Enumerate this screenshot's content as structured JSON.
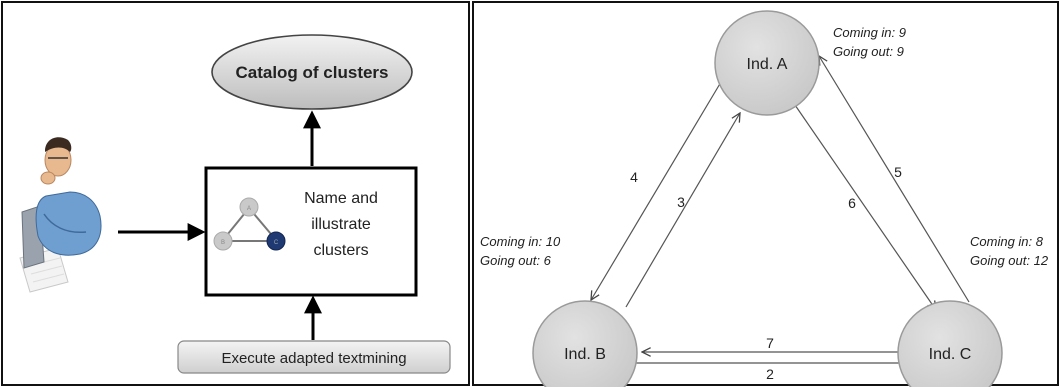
{
  "left_panel": {
    "catalog_label": "Catalog of clusters",
    "process_label_lines": [
      "Name and",
      "illustrate",
      "clusters"
    ],
    "mini_graph_labels": [
      "A",
      "B",
      "C"
    ],
    "input_label": "Execute adapted textmining",
    "person_icon": "person-at-laptop-icon"
  },
  "right_panel": {
    "nodes": [
      {
        "id": "A",
        "label": "Ind. A",
        "coming_in": "Coming in: 9",
        "going_out": "Going out: 9"
      },
      {
        "id": "B",
        "label": "Ind. B",
        "coming_in": "Coming in: 10",
        "going_out": "Going out: 6"
      },
      {
        "id": "C",
        "label": "Ind. C",
        "coming_in": "Coming in: 8",
        "going_out": "Going out: 12"
      }
    ],
    "edges": [
      {
        "from": "A",
        "to": "B",
        "weight": "4"
      },
      {
        "from": "B",
        "to": "A",
        "weight": "3"
      },
      {
        "from": "C",
        "to": "A",
        "weight": "5"
      },
      {
        "from": "A",
        "to": "C",
        "weight": "6"
      },
      {
        "from": "C",
        "to": "B",
        "weight": "7"
      },
      {
        "from": "B",
        "to": "C",
        "weight": "2"
      }
    ]
  },
  "colors": {
    "node_fill": "#d4d4d4",
    "node_stroke": "#9a9a9a",
    "panel_border": "#111111",
    "mini_dark_node": "#1f3a73"
  }
}
